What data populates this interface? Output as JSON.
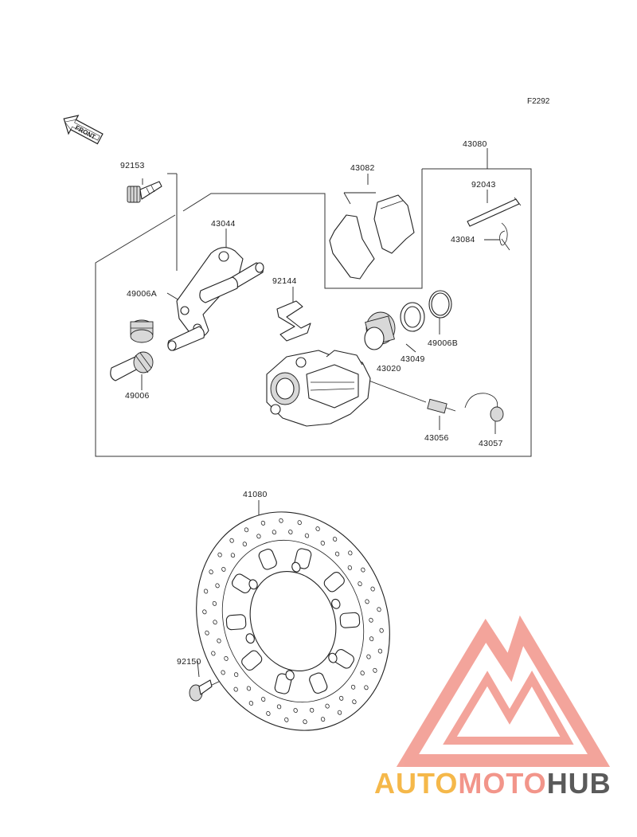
{
  "figure_code": "F2292",
  "front_arrow_text": "FRONT",
  "parts": [
    {
      "id": "p92153",
      "number": "92153"
    },
    {
      "id": "p43044",
      "number": "43044"
    },
    {
      "id": "p49006A",
      "number": "49006A"
    },
    {
      "id": "p49006",
      "number": "49006"
    },
    {
      "id": "p43082",
      "number": "43082"
    },
    {
      "id": "p43080",
      "number": "43080"
    },
    {
      "id": "p92043",
      "number": "92043"
    },
    {
      "id": "p43084",
      "number": "43084"
    },
    {
      "id": "p92144",
      "number": "92144"
    },
    {
      "id": "p49006B",
      "number": "49006B"
    },
    {
      "id": "p43049",
      "number": "43049"
    },
    {
      "id": "p43020",
      "number": "43020"
    },
    {
      "id": "p43056",
      "number": "43056"
    },
    {
      "id": "p43057",
      "number": "43057"
    },
    {
      "id": "p41080",
      "number": "41080"
    },
    {
      "id": "p92150",
      "number": "92150"
    }
  ],
  "watermark": {
    "part1": "AUTO",
    "part2": "MOTO",
    "part3": "HUB",
    "color_primary": "#f2958a",
    "color_secondary": "#f5b84a",
    "color_dark": "#5a5a5a"
  }
}
